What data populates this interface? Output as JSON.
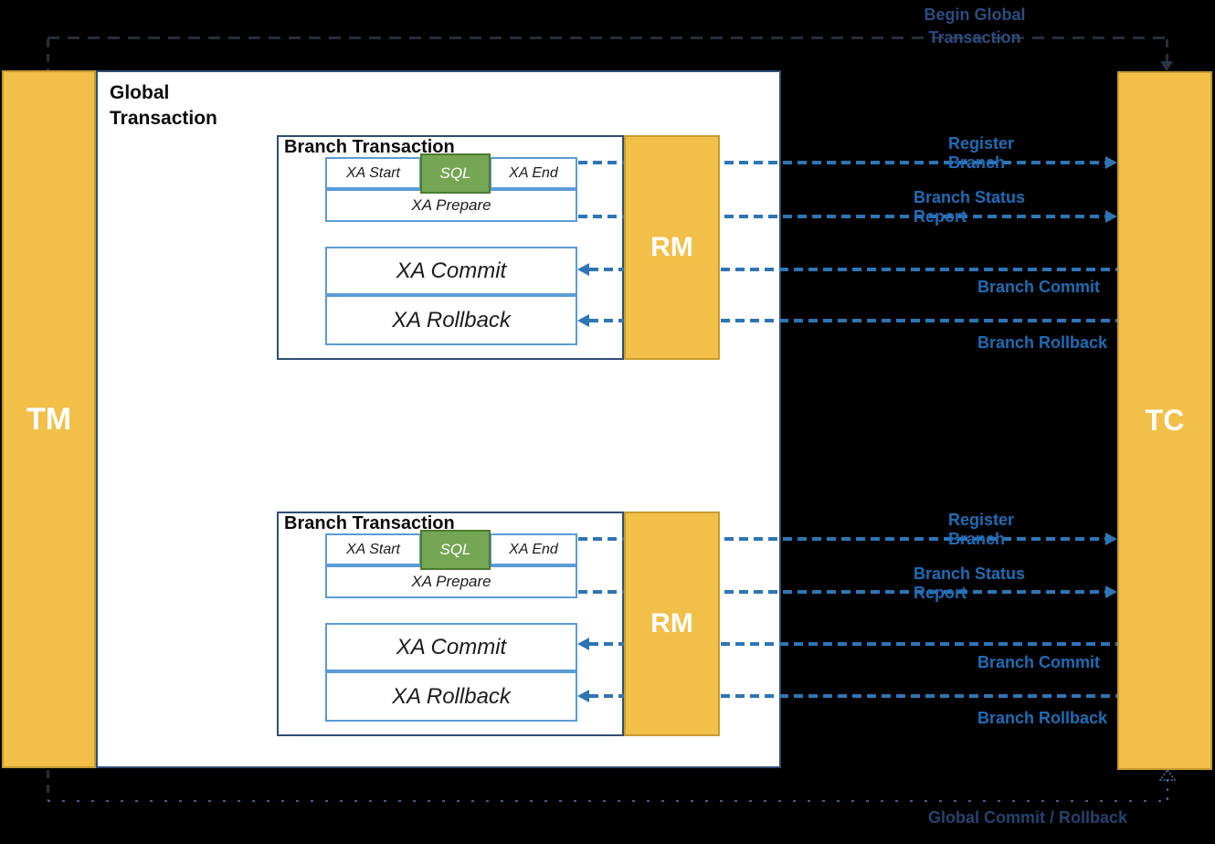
{
  "colors": {
    "background": "#000000",
    "actor_fill": "#F2BF49",
    "actor_border": "#C49A2F",
    "panel_border": "#2E4D77",
    "inner_box_border": "#5B9BD5",
    "sql_fill": "#75A653",
    "sql_border": "#4F7A32",
    "message_arrow_blue": "#2E75B6",
    "message_label_blue": "#1F6CB5"
  },
  "actors": {
    "tm": "TM",
    "tc": "TC"
  },
  "global_transaction": {
    "title": "Global Transaction"
  },
  "branches": [
    {
      "title": "Branch Transaction",
      "rm": "RM",
      "steps": {
        "start": "XA Start",
        "sql": "SQL",
        "end": "XA End",
        "prepare": "XA Prepare",
        "commit": "XA Commit",
        "rollback": "XA Rollback"
      },
      "messages": {
        "register": "Register Branch",
        "status": "Branch Status Report",
        "commit": "Branch Commit",
        "rollback": "Branch Rollback"
      }
    },
    {
      "title": "Branch Transaction",
      "rm": "RM",
      "steps": {
        "start": "XA Start",
        "sql": "SQL",
        "end": "XA End",
        "prepare": "XA Prepare",
        "commit": "XA Commit",
        "rollback": "XA Rollback"
      },
      "messages": {
        "register": "Register Branch",
        "status": "Branch Status Report",
        "commit": "Branch Commit",
        "rollback": "Branch Rollback"
      }
    }
  ],
  "flows": {
    "begin": "Begin Global Transaction",
    "global_commit": "Global Commit / Rollback"
  }
}
